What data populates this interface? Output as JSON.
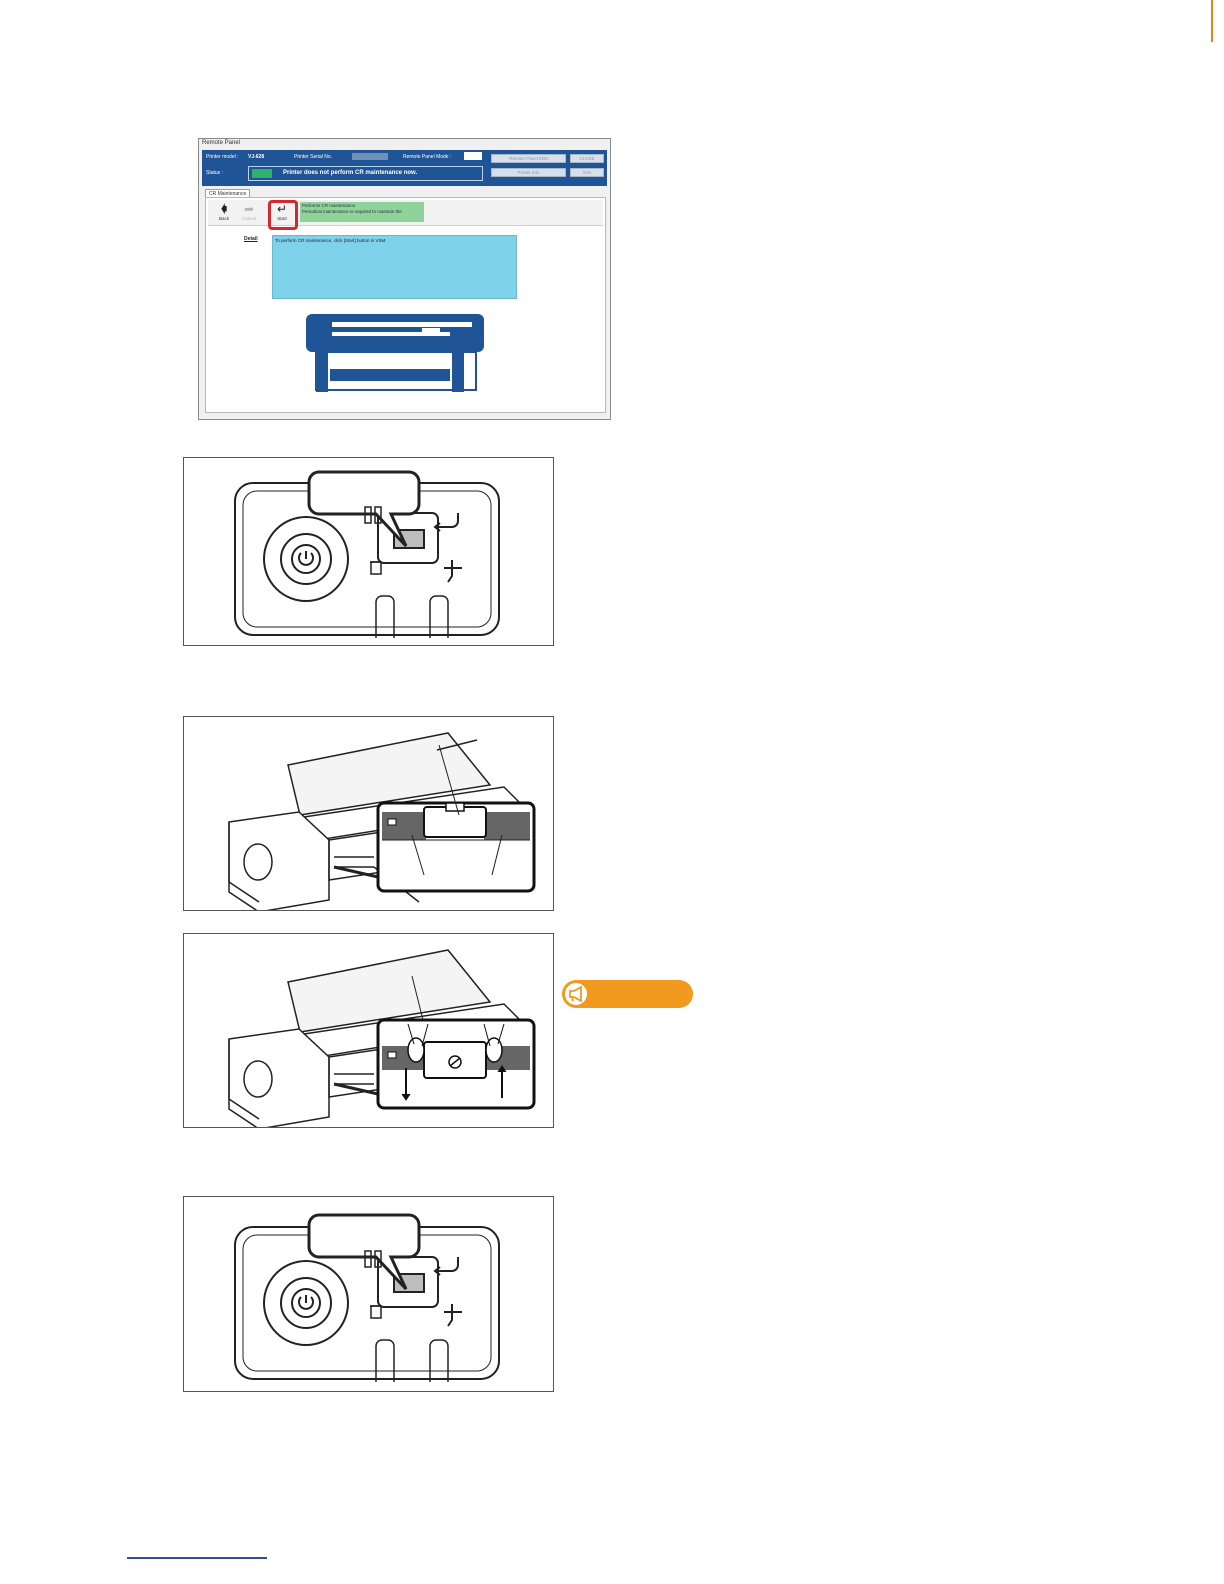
{
  "remote_panel": {
    "window_title": "Remote Panel",
    "printer_model_label": "Printer model :",
    "printer_model_value": "VJ-628",
    "printer_serial_label": "Printer Serial No.",
    "remote_panel_mode_label": "Remote Panel Mode :",
    "status_label": "Status :",
    "status_text": "Printer does not perform CR maintenance now.",
    "header_buttons": [
      "Remote Panel EDIt",
      "CLOSE",
      "Printer Info",
      "Exit"
    ],
    "tab": "CR Maintenance",
    "toolbar": {
      "back": "Back",
      "cancel": "Cancel",
      "start": "Start"
    },
    "message_line1": "Performs CR maintenance.",
    "message_line2": "Periodical maintenance is required to maintain the",
    "detail_label": "Detail",
    "detail_text": "To perform CR maintenance, click [Start] button in VSM."
  },
  "colors": {
    "header_blue": "#1f5597",
    "status_green": "#2fb16a",
    "message_green": "#8fd39a",
    "detail_cyan": "#7ed2ea",
    "highlight_red": "#d5282e",
    "badge_orange": "#f29a1d",
    "printer_blue": "#1f5597"
  }
}
